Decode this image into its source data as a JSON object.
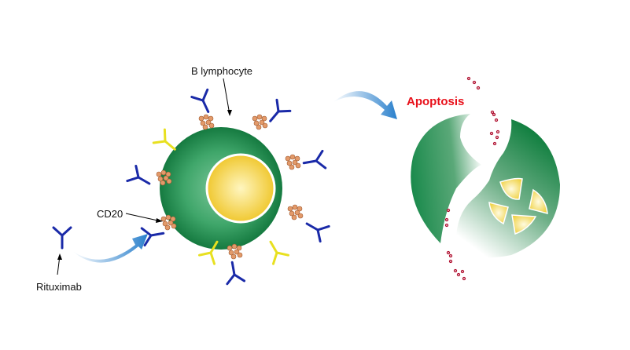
{
  "labels": {
    "b_lymphocyte": "B lymphocyte",
    "cd20": "CD20",
    "rituximab": "Rituximab",
    "apoptosis": "Apoptosis"
  },
  "colors": {
    "antibody": "#1a2aa8",
    "yellow_antibody": "#e8e020",
    "cell": "#1f8a4a",
    "nucleus": "#f5d040",
    "cd20": "#e09060",
    "apoptosis_text": "#e8101a",
    "arrow": "#3a8ad0"
  }
}
